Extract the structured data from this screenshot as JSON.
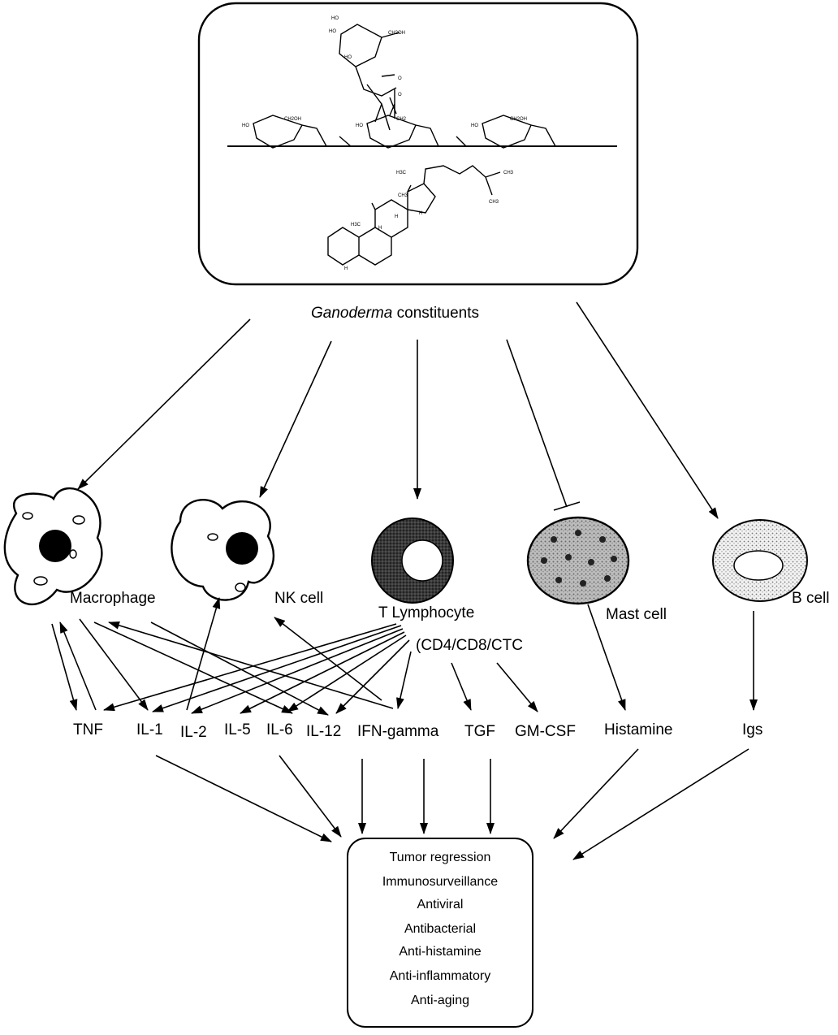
{
  "source": {
    "caption_italic": "Ganoderma",
    "caption_rest": " constituents"
  },
  "structure_labels": {
    "sugar_top": [
      "HO",
      "HO",
      "CH2OH",
      "HO",
      "O",
      "O"
    ],
    "chain": [
      "HO",
      "CH2OH",
      "HO",
      "CH2",
      "HO",
      "CH2OH"
    ],
    "sterol": [
      "H3C",
      "CH3",
      "CH3",
      "CH3",
      "H3C",
      "H",
      "H",
      "H",
      "H"
    ]
  },
  "cells": [
    {
      "id": "macrophage",
      "label": "Macrophage"
    },
    {
      "id": "nk",
      "label": "NK cell"
    },
    {
      "id": "tcell",
      "label": "T Lymphocyte",
      "sublabel": "(CD4/CD8/CTC"
    },
    {
      "id": "mast",
      "label": "Mast cell"
    },
    {
      "id": "bcell",
      "label": "B cell"
    }
  ],
  "mediators": [
    "TNF",
    "IL-1",
    "IL-2",
    "IL-5",
    "IL-6",
    "IL-12",
    "IFN-gamma",
    "TGF",
    "GM-CSF",
    "Histamine",
    "Igs"
  ],
  "effects": [
    "Tumor regression",
    "Immunosurveillance",
    "Antiviral",
    "Antibacterial",
    "Anti-histamine",
    "Anti-inflammatory",
    "Anti-aging"
  ],
  "colors": {
    "line": "#000000",
    "background": "#ffffff"
  }
}
